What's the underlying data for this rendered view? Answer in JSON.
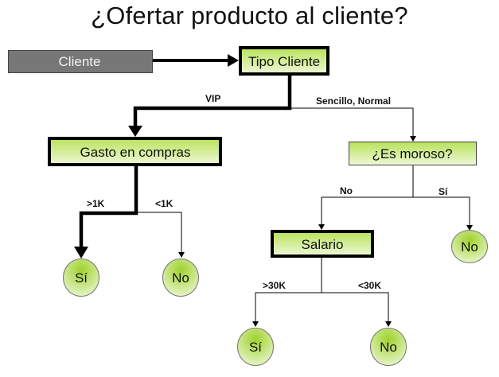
{
  "title": "¿Ofertar producto al cliente?",
  "colors": {
    "input_fill": "#7a7a7a",
    "input_text": "#f2f2f2",
    "node_green_top": "#c8ea70",
    "node_green_bottom": "#eef8d8",
    "leaf_green_top": "#9cd12a",
    "leaf_green_bottom": "#f2f9e4",
    "line": "#000000"
  },
  "nodes": {
    "input": {
      "label": "Cliente",
      "shape": "rectangle",
      "style": "gray"
    },
    "tipo_cliente": {
      "label": "Tipo Cliente",
      "shape": "rectangle",
      "emphasis": "thick-border"
    },
    "gasto_compras": {
      "label": "Gasto en compras",
      "shape": "rectangle",
      "emphasis": "thick-border"
    },
    "es_moroso": {
      "label": "¿Es moroso?",
      "shape": "rectangle",
      "emphasis": "normal"
    },
    "salario": {
      "label": "Salario",
      "shape": "rectangle",
      "emphasis": "thick-border"
    },
    "leaf_gasto_mayor": {
      "label": "Sí",
      "shape": "ellipse"
    },
    "leaf_gasto_menor": {
      "label": "No",
      "shape": "ellipse"
    },
    "leaf_moroso_si": {
      "label": "No",
      "shape": "ellipse"
    },
    "leaf_salario_mayor": {
      "label": "Sí",
      "shape": "ellipse"
    },
    "leaf_salario_menor": {
      "label": "No",
      "shape": "ellipse"
    }
  },
  "edges": [
    {
      "from": "input",
      "to": "tipo_cliente",
      "label": "",
      "highlighted": true
    },
    {
      "from": "tipo_cliente",
      "to": "gasto_compras",
      "label": "VIP",
      "highlighted": true
    },
    {
      "from": "tipo_cliente",
      "to": "es_moroso",
      "label": "Sencillo, Normal",
      "highlighted": false
    },
    {
      "from": "gasto_compras",
      "to": "leaf_gasto_mayor",
      "label": ">1K",
      "highlighted": true
    },
    {
      "from": "gasto_compras",
      "to": "leaf_gasto_menor",
      "label": "<1K",
      "highlighted": false
    },
    {
      "from": "es_moroso",
      "to": "salario",
      "label": "No",
      "highlighted": false
    },
    {
      "from": "es_moroso",
      "to": "leaf_moroso_si",
      "label": "Sí",
      "highlighted": false
    },
    {
      "from": "salario",
      "to": "leaf_salario_mayor",
      "label": ">30K",
      "highlighted": false
    },
    {
      "from": "salario",
      "to": "leaf_salario_menor",
      "label": "<30K",
      "highlighted": false
    }
  ]
}
